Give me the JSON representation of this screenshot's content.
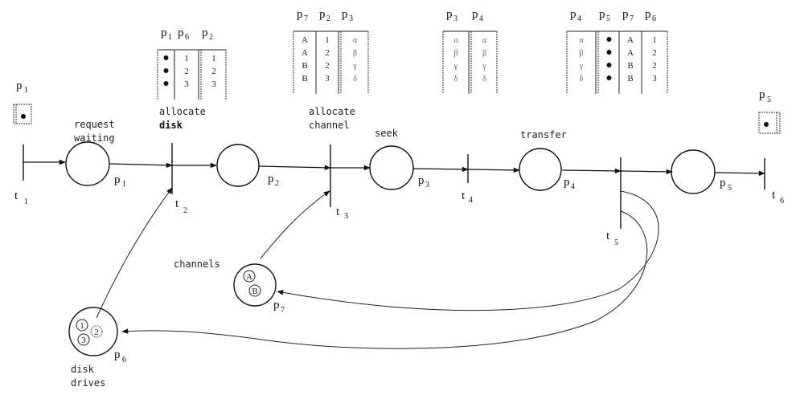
{
  "diagram": {
    "type": "petri-net",
    "description": "Disk I/O request processing Petri net with colored tokens"
  },
  "places": {
    "p1": {
      "name": "p",
      "sub": "1",
      "label_lines": [
        "request",
        "waiting"
      ]
    },
    "p2": {
      "name": "p",
      "sub": "2"
    },
    "p3": {
      "name": "p",
      "sub": "3",
      "label_lines": [
        "seek"
      ]
    },
    "p4": {
      "name": "p",
      "sub": "4",
      "label_lines": [
        "transfer"
      ]
    },
    "p5": {
      "name": "p",
      "sub": "5"
    },
    "p6": {
      "name": "p",
      "sub": "6",
      "label_lines": [
        "disk",
        "drives"
      ],
      "tokens": [
        "1",
        "2",
        "3"
      ]
    },
    "p7": {
      "name": "p",
      "sub": "7",
      "label_lines": [
        "channels"
      ],
      "tokens": [
        "A",
        "B"
      ]
    }
  },
  "transitions": {
    "t1": {
      "name": "t",
      "sub": "1"
    },
    "t2": {
      "name": "t",
      "sub": "2",
      "label_lines": [
        "allocate",
        "disk"
      ]
    },
    "t3": {
      "name": "t",
      "sub": "3",
      "label_lines": [
        "allocate",
        "channel"
      ]
    },
    "t4": {
      "name": "t",
      "sub": "4"
    },
    "t5": {
      "name": "t",
      "sub": "5"
    },
    "t6": {
      "name": "t",
      "sub": "6"
    }
  },
  "tables": {
    "t1_table": {
      "headers": [
        {
          "name": "p",
          "sub": "1"
        }
      ],
      "rows": [
        [
          "•"
        ]
      ]
    },
    "t2_table": {
      "headers": [
        {
          "name": "p",
          "sub": "1"
        },
        {
          "name": "p",
          "sub": "6"
        },
        {
          "name": "p",
          "sub": "2"
        }
      ],
      "rows": [
        [
          "•",
          "1",
          "1"
        ],
        [
          "•",
          "2",
          "2"
        ],
        [
          "•",
          "3",
          "3"
        ]
      ]
    },
    "t3_table": {
      "headers": [
        {
          "name": "p",
          "sub": "7"
        },
        {
          "name": "p",
          "sub": "2"
        },
        {
          "name": "p",
          "sub": "3"
        }
      ],
      "rows": [
        [
          "A",
          "1",
          "α"
        ],
        [
          "A",
          "2",
          "β"
        ],
        [
          "B",
          "2",
          "γ"
        ],
        [
          "B",
          "3",
          "δ"
        ]
      ]
    },
    "t4_table": {
      "headers": [
        {
          "name": "p",
          "sub": "3"
        },
        {
          "name": "p",
          "sub": "4"
        }
      ],
      "rows": [
        [
          "α",
          "α"
        ],
        [
          "β",
          "β"
        ],
        [
          "γ",
          "γ"
        ],
        [
          "δ",
          "δ"
        ]
      ]
    },
    "t5_table": {
      "headers": [
        {
          "name": "p",
          "sub": "4"
        },
        {
          "name": "p",
          "sub": "5"
        },
        {
          "name": "p",
          "sub": "7"
        },
        {
          "name": "p",
          "sub": "6"
        }
      ],
      "rows": [
        [
          "α",
          "•",
          "A",
          "1"
        ],
        [
          "β",
          "•",
          "A",
          "2"
        ],
        [
          "γ",
          "•",
          "B",
          "2"
        ],
        [
          "δ",
          "•",
          "B",
          "3"
        ]
      ]
    },
    "t6_table": {
      "headers": [
        {
          "name": "p",
          "sub": "5"
        }
      ],
      "rows": [
        [
          "•"
        ]
      ]
    }
  }
}
